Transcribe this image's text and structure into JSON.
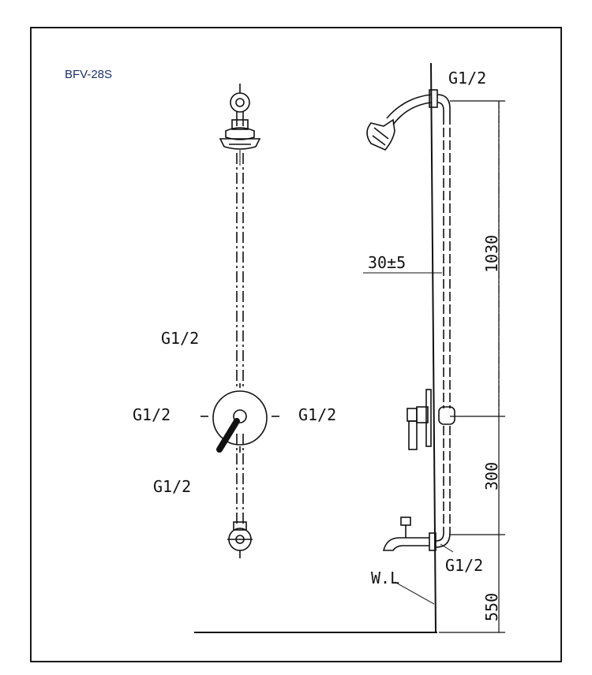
{
  "model": "BFV-28S",
  "labels": {
    "front_upper": "G1/2",
    "front_left": "G1/2",
    "front_right": "G1/2",
    "front_lower": "G1/2",
    "side_top": "G1/2",
    "side_bottom": "G1/2",
    "tolerance": "30±5",
    "water_level": "W.L"
  },
  "dimensions": {
    "upper": "1030",
    "middle": "300",
    "lower": "550"
  }
}
